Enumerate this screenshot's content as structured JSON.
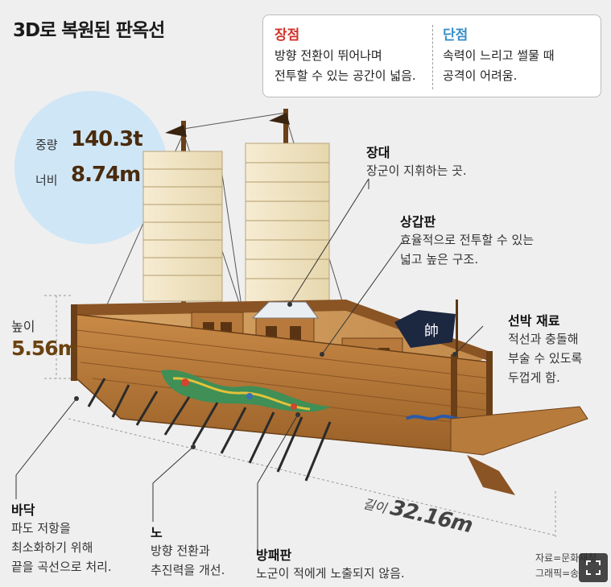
{
  "title": "3D로 복원된 판옥선",
  "pros": {
    "heading": "장점",
    "line1": "방향 전환이 뛰어나며",
    "line2": "전투할 수 있는 공간이 넓음."
  },
  "cons": {
    "heading": "단점",
    "line1": "속력이 느리고 썰물 때",
    "line2": "공격이 어려움."
  },
  "stats": {
    "weight_label": "중량",
    "weight_value": "140.3t",
    "width_label": "너비",
    "width_value": "8.74m"
  },
  "dimensions": {
    "height_label": "높이",
    "height_value": "5.56m",
    "length_label": "길이",
    "length_value": "32.16m"
  },
  "callouts": {
    "jangdae": {
      "heading": "장대",
      "line1": "장군이 지휘하는 곳."
    },
    "sanggap": {
      "heading": "상갑판",
      "line1": "효율적으로 전투할 수 있는",
      "line2": "넓고 높은 구조."
    },
    "material": {
      "heading": "선박 재료",
      "line1": "적선과 충돌해",
      "line2": "부술 수 있도록",
      "line3": "두껍게 함."
    },
    "bottom": {
      "heading": "바닥",
      "line1": "파도 저항을",
      "line2": "최소화하기 위해",
      "line3": "끝을 곡선으로 처리."
    },
    "oar": {
      "heading": "노",
      "line1": "방향 전환과",
      "line2": "추진력을 개선."
    },
    "shield": {
      "heading": "방패판",
      "line1": "노군이 적에게 노출되지 않음."
    }
  },
  "flag_text": "帥",
  "source": {
    "line1": "자료=문화재청",
    "line2": "그래픽=송"
  },
  "colors": {
    "pros": "#d0342c",
    "cons": "#3a8fc8",
    "stat_value": "#4a2b0d",
    "circle": "#cfe6f6",
    "hull": "#b77b3c"
  },
  "expand_icon": "expand-icon"
}
